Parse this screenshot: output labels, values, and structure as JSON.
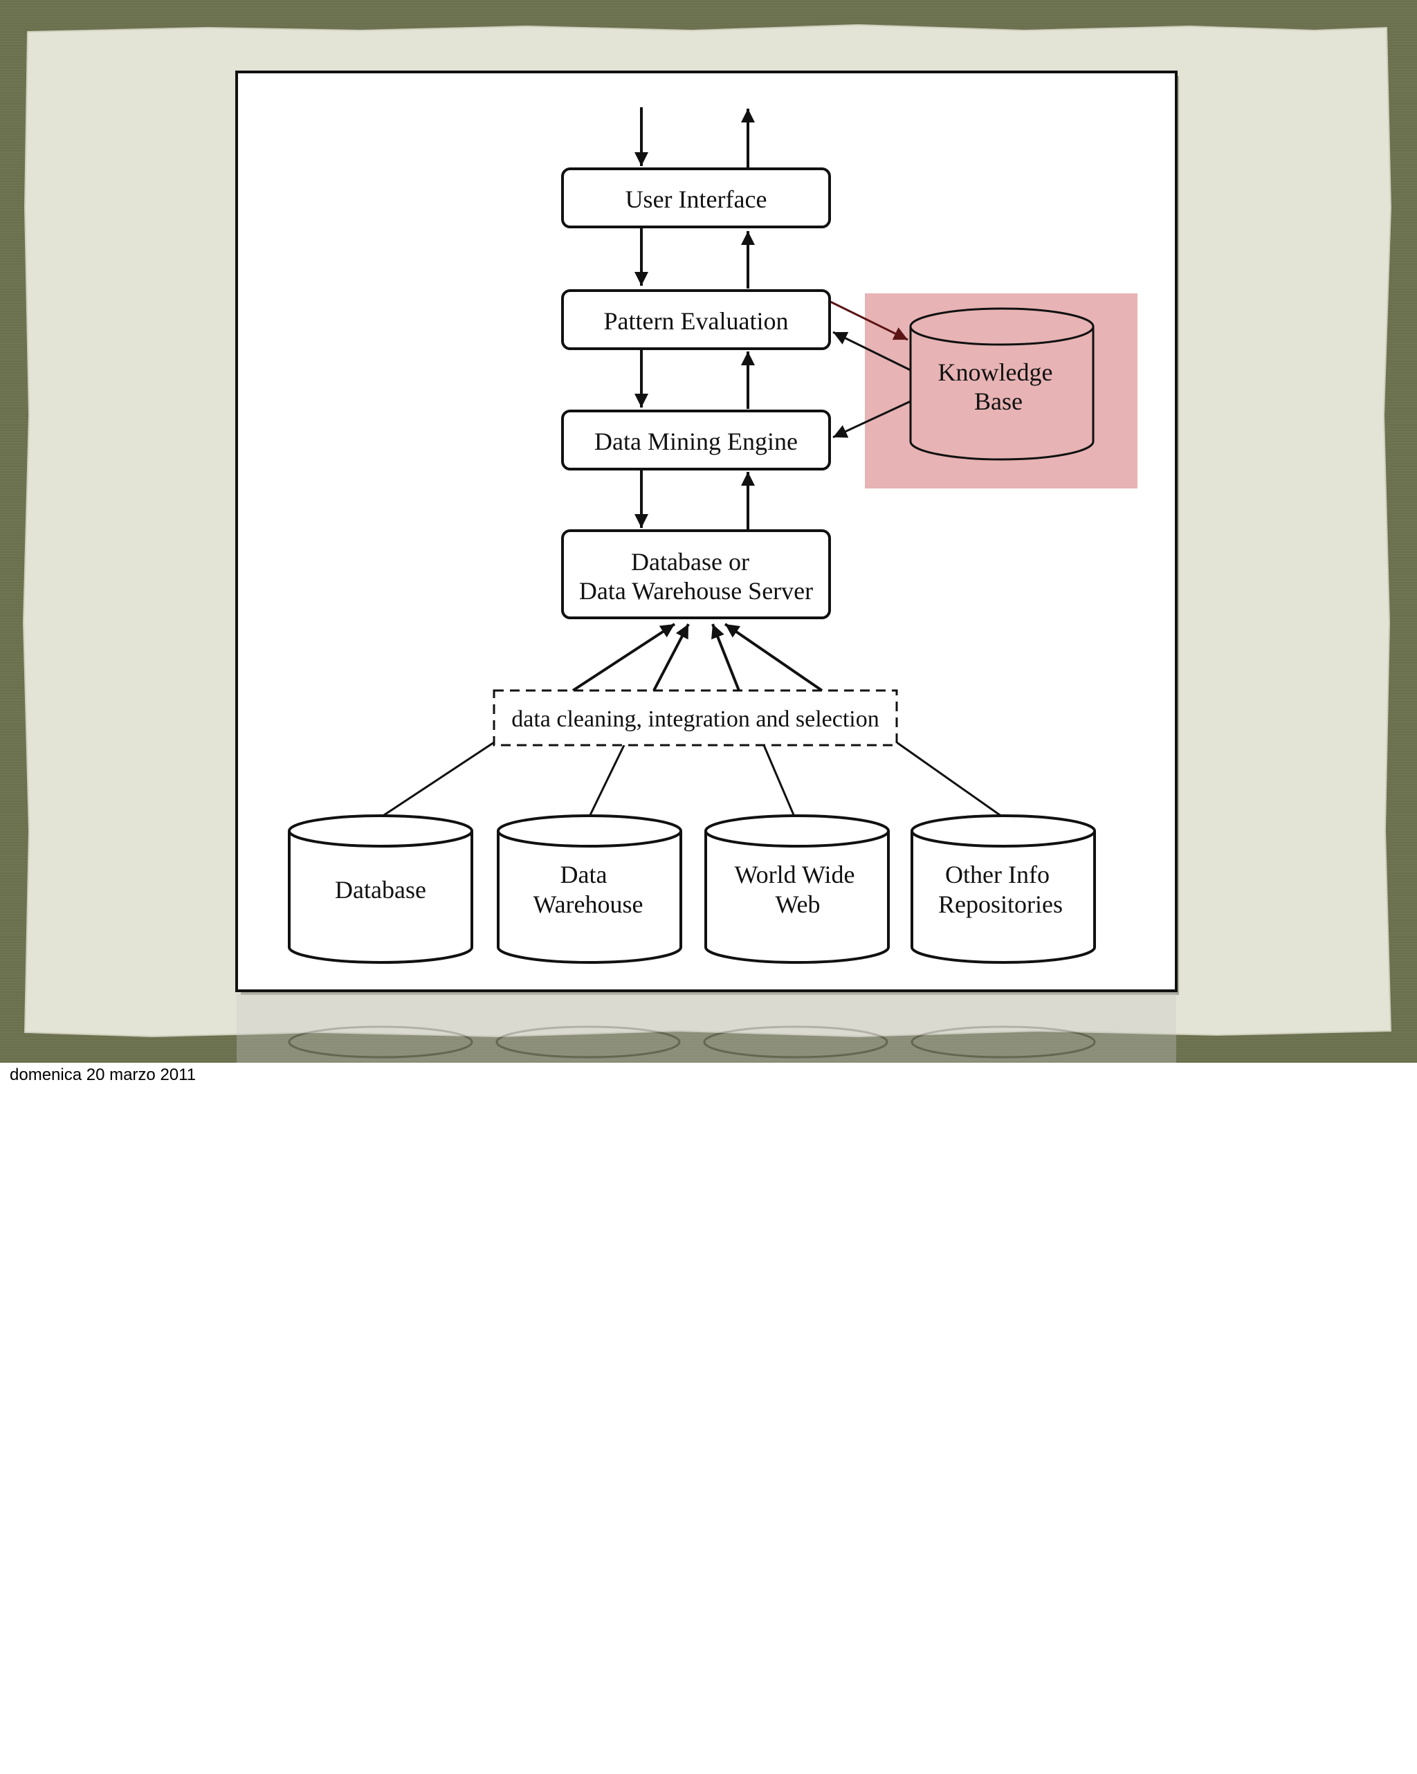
{
  "diagram": {
    "boxes": {
      "user_interface": [
        "User Interface"
      ],
      "pattern_evaluation": [
        "Pattern Evaluation"
      ],
      "data_mining_engine": [
        "Data Mining Engine"
      ],
      "database_server": [
        "Database or",
        "Data Warehouse Server"
      ]
    },
    "knowledge_base": [
      "Knowledge",
      "Base"
    ],
    "cleaning_step": "data cleaning, integration and selection",
    "sources": [
      [
        "Database"
      ],
      [
        "Data",
        "Warehouse"
      ],
      [
        "World Wide",
        "Web"
      ],
      [
        "Other Info",
        "Repositories"
      ]
    ]
  },
  "colors": {
    "backdrop": "#6f7452",
    "paper": "#e4e4d6",
    "knowledge_highlight": "#e7b3b4"
  },
  "footer": {
    "date": "domenica 20 marzo 2011"
  }
}
